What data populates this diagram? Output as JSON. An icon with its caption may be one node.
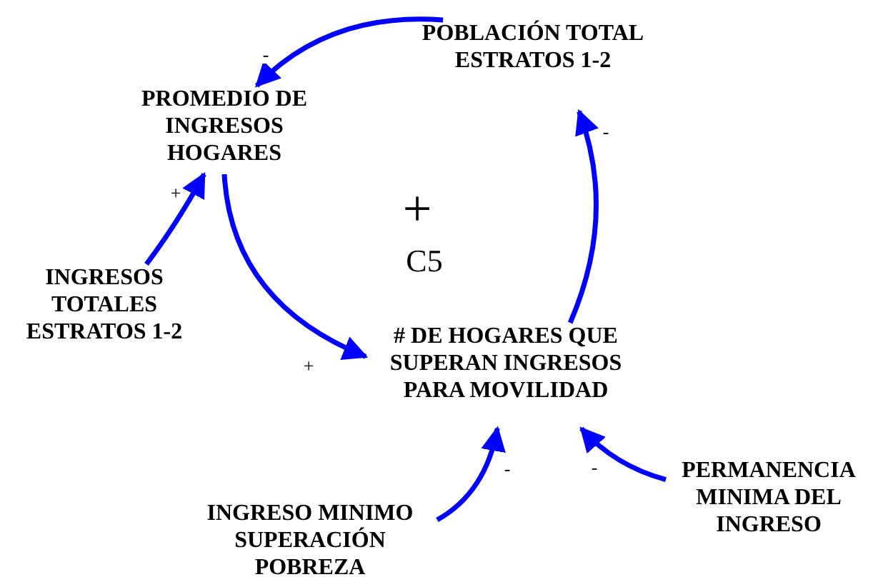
{
  "diagram": {
    "nodes": [
      {
        "text": [
          "PROMEDIO DE INGRESOS HOGARES"
        ]
      },
      {
        "text": [
          "POBLACIÓN TOTAL ESTRATOS 1-2"
        ]
      },
      {
        "text": [
          "INGRESOS TOTALES ESTRATOS 1-2"
        ]
      },
      {
        "text": [
          "# DE HOGARES QUE SUPERAN INGRESOS PARA MOVILIDAD"
        ]
      },
      {
        "text": [
          "INGRESO MINIMO SUPERACIÓN POBREZA"
        ]
      },
      {
        "text": [
          "PERMANENCIA MINIMA DEL INGRESO"
        ]
      }
    ],
    "edges": [
      {
        "from": 1,
        "to": 0,
        "arrow": "to",
        "label": "-"
      },
      {
        "from": 0,
        "to": 3,
        "arrow": "to",
        "label": "+"
      },
      {
        "from": 3,
        "to": 1,
        "arrow": "to",
        "label": "-"
      },
      {
        "from": 2,
        "to": 0,
        "arrow": "to",
        "label": "+"
      },
      {
        "from": 4,
        "to": 3,
        "arrow": "to",
        "label": "-"
      },
      {
        "from": 5,
        "to": 3,
        "arrow": "to",
        "label": "-"
      }
    ],
    "labels": [
      "+",
      "C5"
    ]
  }
}
